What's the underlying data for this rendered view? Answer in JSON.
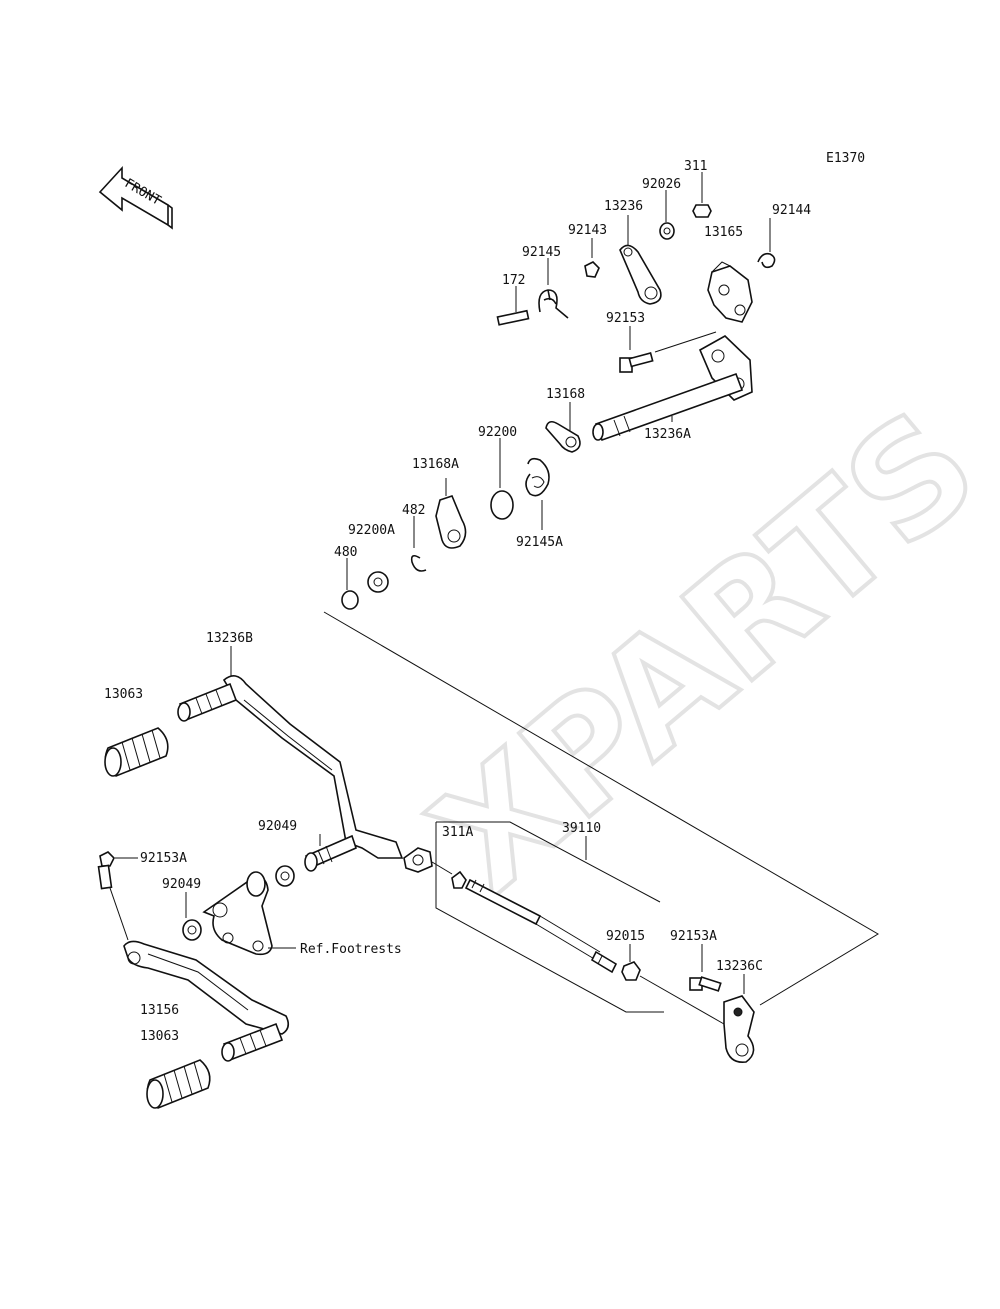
{
  "diagram": {
    "code": "E1370",
    "watermark": "XPARTS",
    "front_label": "FRONT",
    "labels": [
      {
        "id": "311",
        "text": "311"
      },
      {
        "id": "92026",
        "text": "92026"
      },
      {
        "id": "13236",
        "text": "13236"
      },
      {
        "id": "92144",
        "text": "92144"
      },
      {
        "id": "13165",
        "text": "13165"
      },
      {
        "id": "92143",
        "text": "92143"
      },
      {
        "id": "92145",
        "text": "92145"
      },
      {
        "id": "172",
        "text": "172"
      },
      {
        "id": "92153",
        "text": "92153"
      },
      {
        "id": "13168",
        "text": "13168"
      },
      {
        "id": "13236A",
        "text": "13236A"
      },
      {
        "id": "13168A",
        "text": "13168A"
      },
      {
        "id": "92200",
        "text": "92200"
      },
      {
        "id": "482",
        "text": "482"
      },
      {
        "id": "92200A",
        "text": "92200A"
      },
      {
        "id": "92145A",
        "text": "92145A"
      },
      {
        "id": "480",
        "text": "480"
      },
      {
        "id": "13236B",
        "text": "13236B"
      },
      {
        "id": "13063-top",
        "text": "13063"
      },
      {
        "id": "92049-top",
        "text": "92049"
      },
      {
        "id": "311A",
        "text": "311A"
      },
      {
        "id": "39110",
        "text": "39110"
      },
      {
        "id": "92153A-left",
        "text": "92153A"
      },
      {
        "id": "92049-left",
        "text": "92049"
      },
      {
        "id": "ref-footrests",
        "text": "Ref.Footrests"
      },
      {
        "id": "92015",
        "text": "92015"
      },
      {
        "id": "92153A-right",
        "text": "92153A"
      },
      {
        "id": "13236C",
        "text": "13236C"
      },
      {
        "id": "13156",
        "text": "13156"
      },
      {
        "id": "13063-bottom",
        "text": "13063"
      }
    ]
  }
}
